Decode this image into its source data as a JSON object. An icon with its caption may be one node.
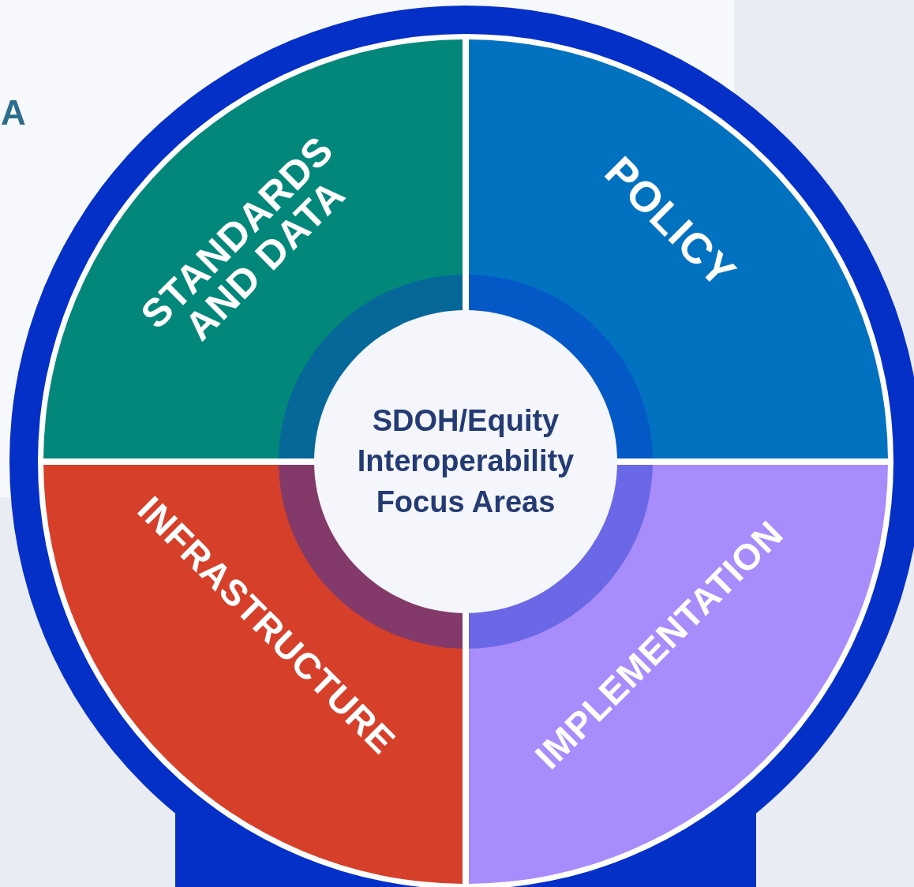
{
  "diagram": {
    "nodes": [
      {
        "text": [
          "STANDARDS AND DATA"
        ]
      },
      {
        "text": [
          "POLICY"
        ]
      },
      {
        "text": [
          "SDOH/Equity Interoperability Focus Areas"
        ]
      },
      {
        "text": [
          "INFRASTRUCTURE"
        ]
      },
      {
        "text": [
          "IMPLEMENTATION"
        ]
      }
    ],
    "labels": [
      "A"
    ]
  }
}
